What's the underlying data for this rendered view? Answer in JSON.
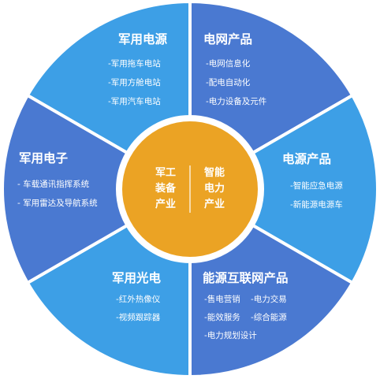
{
  "colors": {
    "dark_blue": "#4a79d1",
    "light_blue": "#3d9fe6",
    "center": "#eba324",
    "divider": "#ffffff"
  },
  "center": {
    "left_lines": [
      "军工",
      "装备",
      "产业"
    ],
    "right_lines": [
      "智能",
      "电力",
      "产业"
    ]
  },
  "segments": [
    {
      "id": "military-power",
      "title": "军用电源",
      "items": [
        "-军用拖车电站",
        "-军用方舱电站",
        "-军用汽车电站"
      ]
    },
    {
      "id": "grid-products",
      "title": "电网产品",
      "items": [
        "-电网信息化",
        "-配电自动化",
        "-电力设备及元件"
      ]
    },
    {
      "id": "power-products",
      "title": "电源产品",
      "items": [
        "-智能应急电源",
        "-新能源电源车"
      ]
    },
    {
      "id": "energy-internet",
      "title": "能源互联网产品",
      "items": [
        "-售电营销",
        "-电力交易",
        "-能效服务",
        "-综合能源",
        "-电力规划设计"
      ]
    },
    {
      "id": "military-optoelectronics",
      "title": "军用光电",
      "items": [
        "-红外热像仪",
        "-视频跟踪器"
      ]
    },
    {
      "id": "military-electronics",
      "title": "军用电子",
      "items": [
        "- 车载通讯指挥系统",
        "- 军用雷达及导航系统"
      ]
    }
  ]
}
